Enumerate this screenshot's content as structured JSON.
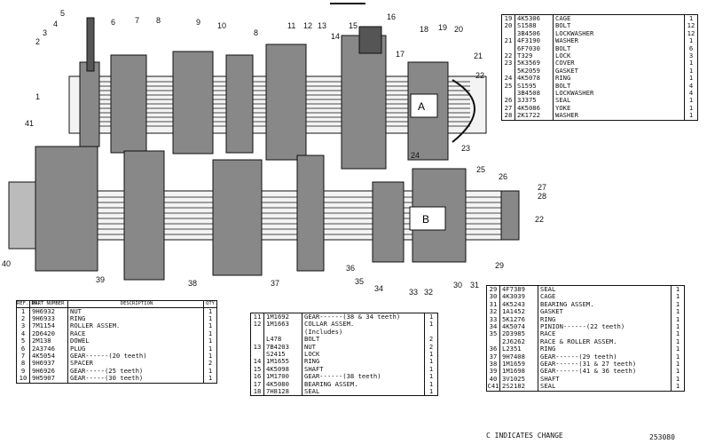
{
  "callouts": [
    "1",
    "2",
    "3",
    "4",
    "5",
    "6",
    "7",
    "8",
    "8",
    "9",
    "10",
    "11",
    "12",
    "13",
    "14",
    "15",
    "16",
    "17",
    "18",
    "19",
    "20",
    "21",
    "22",
    "22",
    "23",
    "24",
    "25",
    "26",
    "27",
    "28",
    "29",
    "30",
    "31",
    "32",
    "33",
    "34",
    "35",
    "36",
    "37",
    "38",
    "39",
    "40",
    "41"
  ],
  "section_labels": {
    "a": "A",
    "b": "B"
  },
  "header_cols": {
    "ref": "REF. NO.",
    "part": "PART NUMBER",
    "desc": "DESCRIPTION",
    "qty": "QTY"
  },
  "table_top_right": [
    {
      "ref": "19",
      "part": "4K5306",
      "desc": "CAGE",
      "qty": "1"
    },
    {
      "ref": "20",
      "part": "S1588",
      "desc": "BOLT",
      "qty": "12"
    },
    {
      "ref": "",
      "part": "3B4506",
      "desc": "LOCKWASHER",
      "qty": "12"
    },
    {
      "ref": "21",
      "part": "4F3190",
      "desc": "WASHER",
      "qty": "1"
    },
    {
      "ref": "",
      "part": "6F7030",
      "desc": "BOLT",
      "qty": "6"
    },
    {
      "ref": "22",
      "part": "T329",
      "desc": "LOCK",
      "qty": "3"
    },
    {
      "ref": "23",
      "part": "5K3569",
      "desc": "COVER",
      "qty": "1"
    },
    {
      "ref": "",
      "part": "5K2059",
      "desc": "GASKET",
      "qty": "1"
    },
    {
      "ref": "24",
      "part": "4K5078",
      "desc": "RING",
      "qty": "1"
    },
    {
      "ref": "25",
      "part": "S1595",
      "desc": "BOLT",
      "qty": "4"
    },
    {
      "ref": "",
      "part": "3B4508",
      "desc": "LOCKWASHER",
      "qty": "4"
    },
    {
      "ref": "26",
      "part": "3J375",
      "desc": "SEAL",
      "qty": "1"
    },
    {
      "ref": "27",
      "part": "4K5086",
      "desc": "YOKE",
      "qty": "1"
    },
    {
      "ref": "28",
      "part": "2K1722",
      "desc": "WASHER",
      "qty": "1"
    }
  ],
  "table_left": [
    {
      "ref": "1",
      "part": "9H6932",
      "desc": "NUT",
      "qty": "1"
    },
    {
      "ref": "2",
      "part": "9H6933",
      "desc": "RING",
      "qty": "1"
    },
    {
      "ref": "3",
      "part": "7M1154",
      "desc": "ROLLER ASSEM.",
      "qty": "1"
    },
    {
      "ref": "4",
      "part": "2D6420",
      "desc": "RACE",
      "qty": "1"
    },
    {
      "ref": "5",
      "part": "2M138",
      "desc": "DOWEL",
      "qty": "1"
    },
    {
      "ref": "6",
      "part": "2A3746",
      "desc": "PLUG",
      "qty": "1"
    },
    {
      "ref": "7",
      "part": "4K5054",
      "desc": "GEAR------(20 teeth)",
      "qty": "1"
    },
    {
      "ref": "8",
      "part": "9H6937",
      "desc": "SPACER",
      "qty": "2"
    },
    {
      "ref": "9",
      "part": "9H6926",
      "desc": "GEAR-----(25 teeth)",
      "qty": "1"
    },
    {
      "ref": "10",
      "part": "9H5907",
      "desc": "GEAR-----(30 teeth)",
      "qty": "1"
    }
  ],
  "table_middle": [
    {
      "ref": "11",
      "part": "1M1692",
      "desc": "GEAR------(38 & 34 teeth)",
      "qty": "1"
    },
    {
      "ref": "12",
      "part": "1M1663",
      "desc": "COLLAR ASSEM.",
      "qty": "1"
    },
    {
      "ref": "",
      "part": "",
      "desc": "(Includes)",
      "qty": ""
    },
    {
      "ref": "",
      "part": "L478",
      "desc": "BOLT",
      "qty": "2"
    },
    {
      "ref": "13",
      "part": "7B4203",
      "desc": "NUT",
      "qty": "2"
    },
    {
      "ref": "",
      "part": "S2415",
      "desc": "LOCK",
      "qty": "1"
    },
    {
      "ref": "14",
      "part": "1M1655",
      "desc": "RING",
      "qty": "1"
    },
    {
      "ref": "15",
      "part": "4K5098",
      "desc": "SHAFT",
      "qty": "1"
    },
    {
      "ref": "16",
      "part": "1M1700",
      "desc": "GEAR------(38 teeth)",
      "qty": "1"
    },
    {
      "ref": "17",
      "part": "4K5080",
      "desc": "BEARING ASSEM.",
      "qty": "1"
    },
    {
      "ref": "18",
      "part": "7H8128",
      "desc": "SEAL",
      "qty": "1"
    }
  ],
  "table_right": [
    {
      "ref": "29",
      "part": "4F7389",
      "desc": "SEAL",
      "qty": "1"
    },
    {
      "ref": "30",
      "part": "4K3039",
      "desc": "CAGE",
      "qty": "1"
    },
    {
      "ref": "31",
      "part": "4K5243",
      "desc": "BEARING ASSEM.",
      "qty": "1"
    },
    {
      "ref": "32",
      "part": "1A1452",
      "desc": "GASKET",
      "qty": "1"
    },
    {
      "ref": "33",
      "part": "5K1276",
      "desc": "RING",
      "qty": "1"
    },
    {
      "ref": "34",
      "part": "4K5074",
      "desc": "PINION------(22 teeth)",
      "qty": "1"
    },
    {
      "ref": "35",
      "part": "2D3985",
      "desc": "RACE",
      "qty": "1"
    },
    {
      "ref": "",
      "part": "2J6262",
      "desc": "RACE & ROLLER ASSEM.",
      "qty": "1"
    },
    {
      "ref": "36",
      "part": "L2351",
      "desc": "RING",
      "qty": "1"
    },
    {
      "ref": "37",
      "part": "9H7408",
      "desc": "GEAR------(29 teeth)",
      "qty": "1"
    },
    {
      "ref": "38",
      "part": "1M1659",
      "desc": "GEAR------(31 & 27 teeth)",
      "qty": "1"
    },
    {
      "ref": "39",
      "part": "1M1698",
      "desc": "GEAR------(41 & 36 teeth)",
      "qty": "1"
    },
    {
      "ref": "40",
      "part": "3V1025",
      "desc": "SHAFT",
      "qty": "1"
    },
    {
      "ref": "C41",
      "part": "2S2182",
      "desc": "SEAL",
      "qty": "1"
    }
  ],
  "footer": {
    "note": "C INDICATES CHANGE",
    "drawing_no": "253080"
  }
}
